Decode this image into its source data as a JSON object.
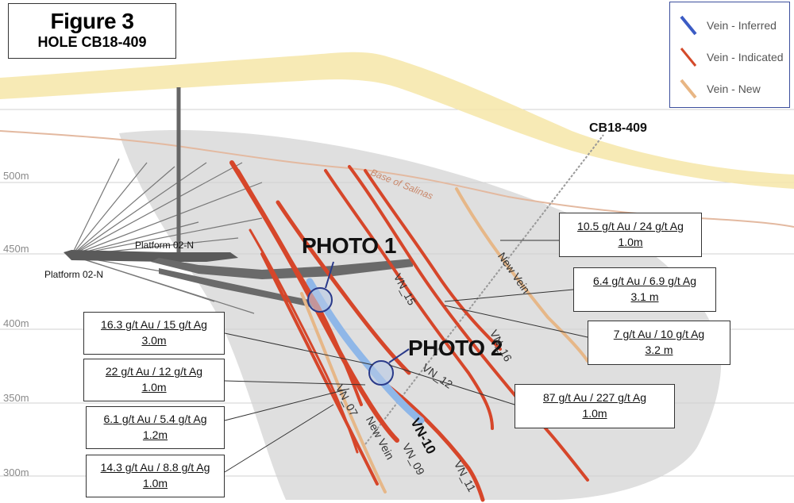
{
  "figure": {
    "title": "Figure 3",
    "subtitle": "HOLE CB18-409"
  },
  "legend": [
    {
      "label": "Vein - Inferred",
      "color": "#3b5bc4"
    },
    {
      "label": "Vein - Indicated",
      "color": "#d44a2a"
    },
    {
      "label": "Vein - New",
      "color": "#e8b684"
    }
  ],
  "elevations": [
    "500m",
    "450m",
    "400m",
    "350m",
    "300m"
  ],
  "drill_hole": {
    "label": "CB18-409"
  },
  "surface_label": "Base of Salinas",
  "platforms": [
    "Platform 02-N",
    "Platform 02-N"
  ],
  "photos": [
    "PHOTO 1",
    "PHOTO 2"
  ],
  "vein_labels": {
    "vn_15": "VN_15",
    "vn_16": "VN_16",
    "vn_12": "VN_12",
    "vn_07": "VN_07",
    "vn_09": "VN_09",
    "vn_11": "VN_11",
    "vn_10": "VN-10",
    "new_vein_1": "New Vein",
    "new_vein_2": "New Vein"
  },
  "assays": [
    {
      "grade": "10.5 g/t Au / 24 g/t Ag",
      "width": "1.0m"
    },
    {
      "grade": "6.4 g/t Au / 6.9 g/t Ag",
      "width": "3.1 m"
    },
    {
      "grade": "7 g/t Au / 10 g/t Ag",
      "width": "3.2 m"
    },
    {
      "grade": "87 g/t Au / 227 g/t Ag",
      "width": "1.0m"
    },
    {
      "grade": "16.3 g/t Au / 15 g/t Ag",
      "width": "3.0m"
    },
    {
      "grade": "22 g/t Au / 12 g/t Ag",
      "width": "1.0m"
    },
    {
      "grade": "6.1 g/t Au / 5.4 g/t Ag",
      "width": "1.2m"
    },
    {
      "grade": "14.3 g/t Au / 8.8 g/t Ag",
      "width": "1.0m"
    }
  ]
}
